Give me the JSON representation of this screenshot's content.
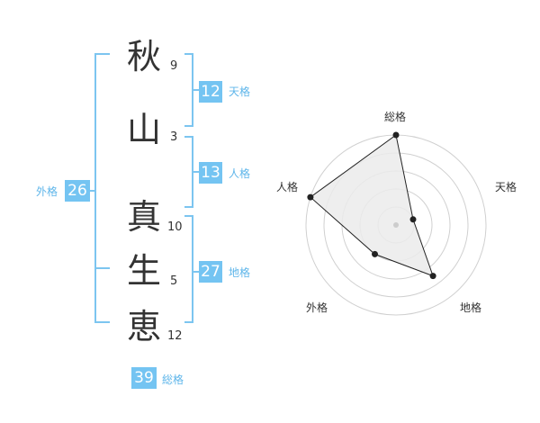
{
  "chars": [
    {
      "char": "秋",
      "strokes": "9"
    },
    {
      "char": "山",
      "strokes": "3"
    },
    {
      "char": "真",
      "strokes": "10"
    },
    {
      "char": "生",
      "strokes": "5"
    },
    {
      "char": "恵",
      "strokes": "12"
    }
  ],
  "kaku": {
    "tenkaku": {
      "value": "12",
      "label": "天格"
    },
    "jinkaku": {
      "value": "13",
      "label": "人格"
    },
    "chikaku": {
      "value": "27",
      "label": "地格"
    },
    "gaikaku": {
      "value": "26",
      "label": "外格"
    },
    "soukaku": {
      "value": "39",
      "label": "総格"
    }
  },
  "chart_data": {
    "type": "radar",
    "axes": [
      "総格",
      "天格",
      "地格",
      "外格",
      "人格"
    ],
    "values": [
      5,
      1,
      3.5,
      2,
      5
    ],
    "max": 5,
    "levels": 5
  },
  "colors": {
    "accent": "#74c4f2",
    "bracket": "#7cc5f0",
    "text": "#333333",
    "grid": "#d0d0d0",
    "fill": "#ebebeb",
    "line": "#222222"
  }
}
